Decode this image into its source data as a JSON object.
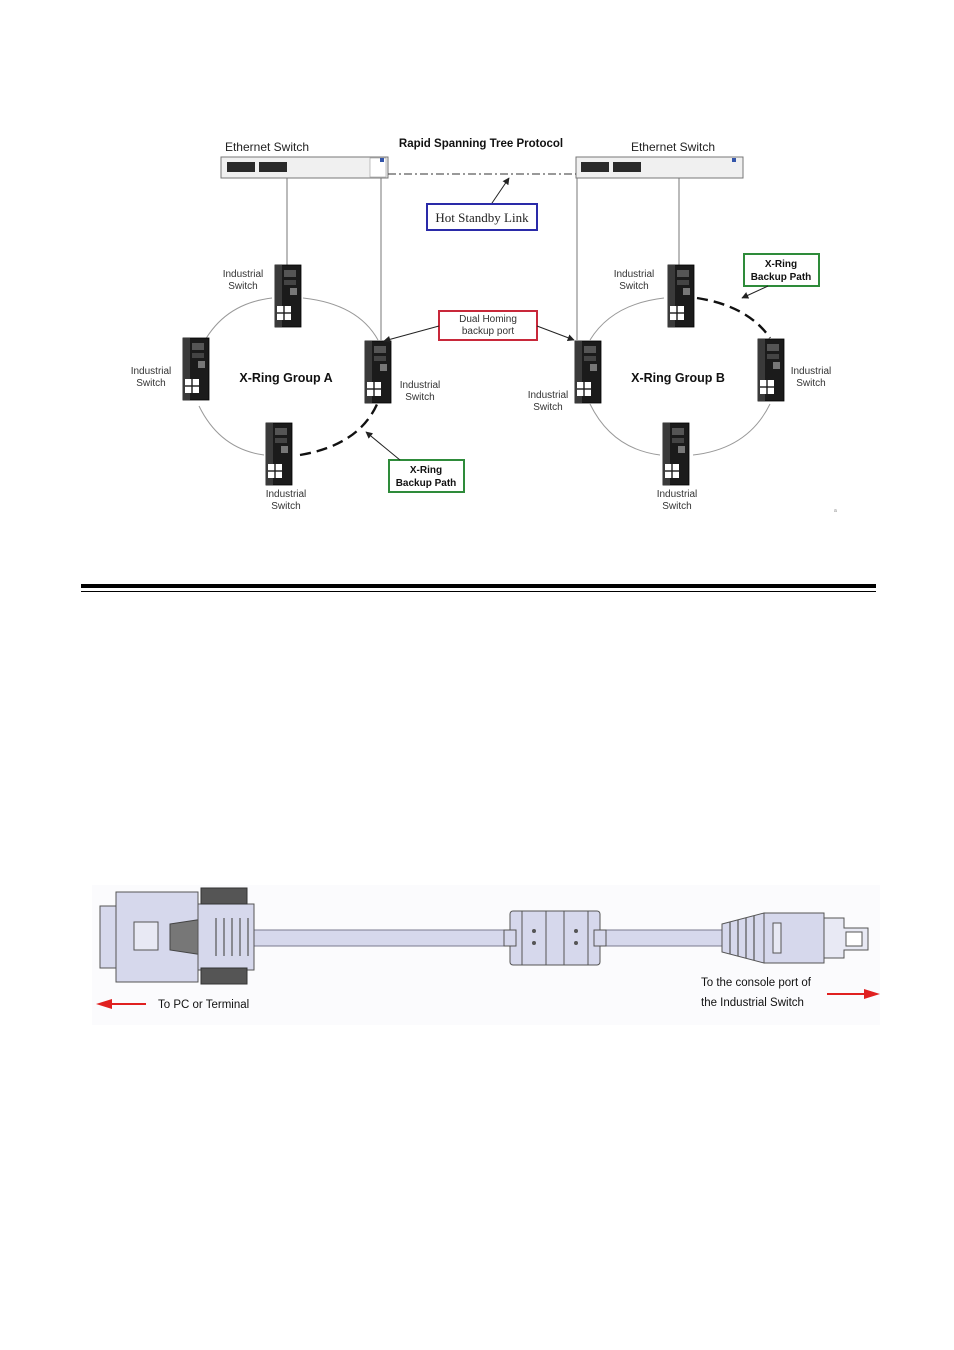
{
  "network_diagram": {
    "rstp_title": "Rapid Spanning Tree Protocol",
    "ethernet_switch_left": "Ethernet Switch",
    "ethernet_switch_right": "Ethernet Switch",
    "hot_standby_link": "Hot Standby Link",
    "dual_homing": [
      "Dual Homing",
      "backup port"
    ],
    "group_a": "X-Ring Group A",
    "group_b": "X-Ring Group B",
    "backup_path_a": [
      "X-Ring",
      "Backup Path"
    ],
    "backup_path_b": [
      "X-Ring",
      "Backup Path"
    ],
    "industrial_switch": [
      "Industrial",
      "Switch"
    ],
    "corner_mark": "a"
  },
  "cable_diagram": {
    "left_label": "To PC or Terminal",
    "right_label": [
      "To the console port of",
      "the Industrial Switch"
    ]
  },
  "colors": {
    "hot_standby_border": "#2a2aa8",
    "dual_homing_border": "#c8283a",
    "backup_path_border": "#2e8b3a",
    "arrow_red": "#e02020",
    "divider": "#000000",
    "cable": "#d6d8ec"
  }
}
